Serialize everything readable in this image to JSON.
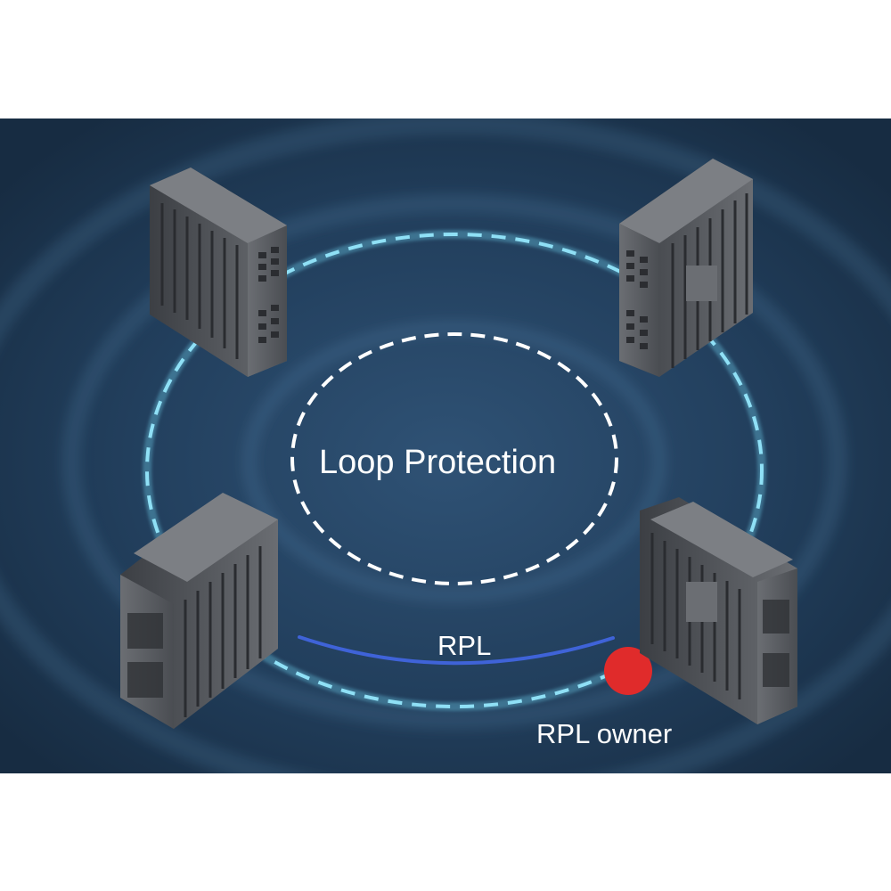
{
  "diagram": {
    "center_label": "Loop Protection",
    "rpl_label": "RPL",
    "rpl_owner_label": "RPL owner",
    "colors": {
      "background": "#1f3850",
      "ring_outer": "#6fd0ee",
      "ring_inner": "#ffffff",
      "rpl_segment": "#3f63d8",
      "rpl_owner_marker": "#e02b2b",
      "device_body": "#5a5d63"
    },
    "devices": [
      {
        "name": "switch-top-left"
      },
      {
        "name": "switch-top-right"
      },
      {
        "name": "switch-bottom-left"
      },
      {
        "name": "switch-bottom-right"
      }
    ]
  }
}
